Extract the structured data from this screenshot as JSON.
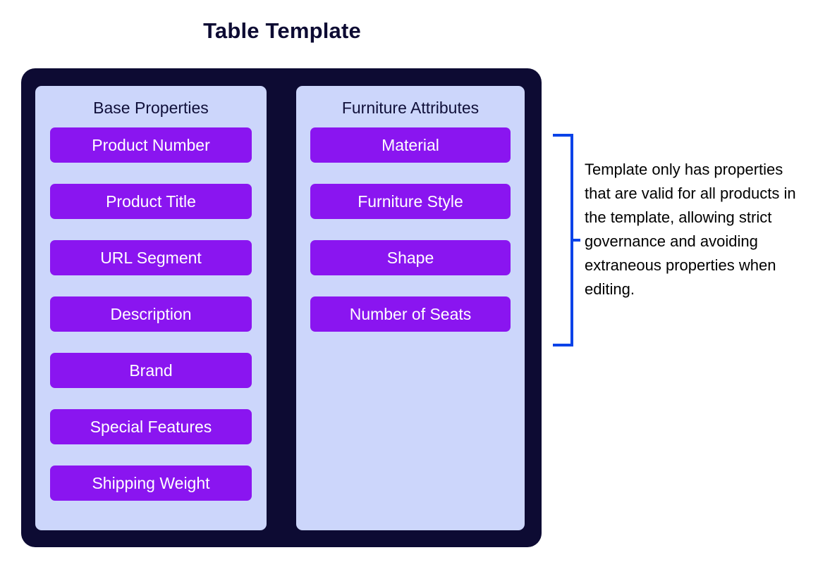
{
  "title": "Table Template",
  "colors": {
    "container_dark": "#0d0b33",
    "group_panel": "#ccd6fb",
    "property_pill": "#8a15f0",
    "pill_text": "#ffffff",
    "bracket_blue": "#0a43e8",
    "title_text": "#0d0b33",
    "annotation_text": "#000000",
    "page_background": "#ffffff"
  },
  "template": {
    "groups": [
      {
        "header": "Base Properties",
        "properties": [
          "Product Number",
          "Product Title",
          "URL Segment",
          "Description",
          "Brand",
          "Special Features",
          "Shipping Weight"
        ]
      },
      {
        "header": "Furniture Attributes",
        "properties": [
          "Material",
          "Furniture Style",
          "Shape",
          "Number of Seats"
        ]
      }
    ]
  },
  "annotation": {
    "bracket_icon": "left-square-bracket-icon",
    "text": "Template only has properties that are valid for all products in the template, allowing strict governance and avoiding extraneous properties when editing."
  }
}
